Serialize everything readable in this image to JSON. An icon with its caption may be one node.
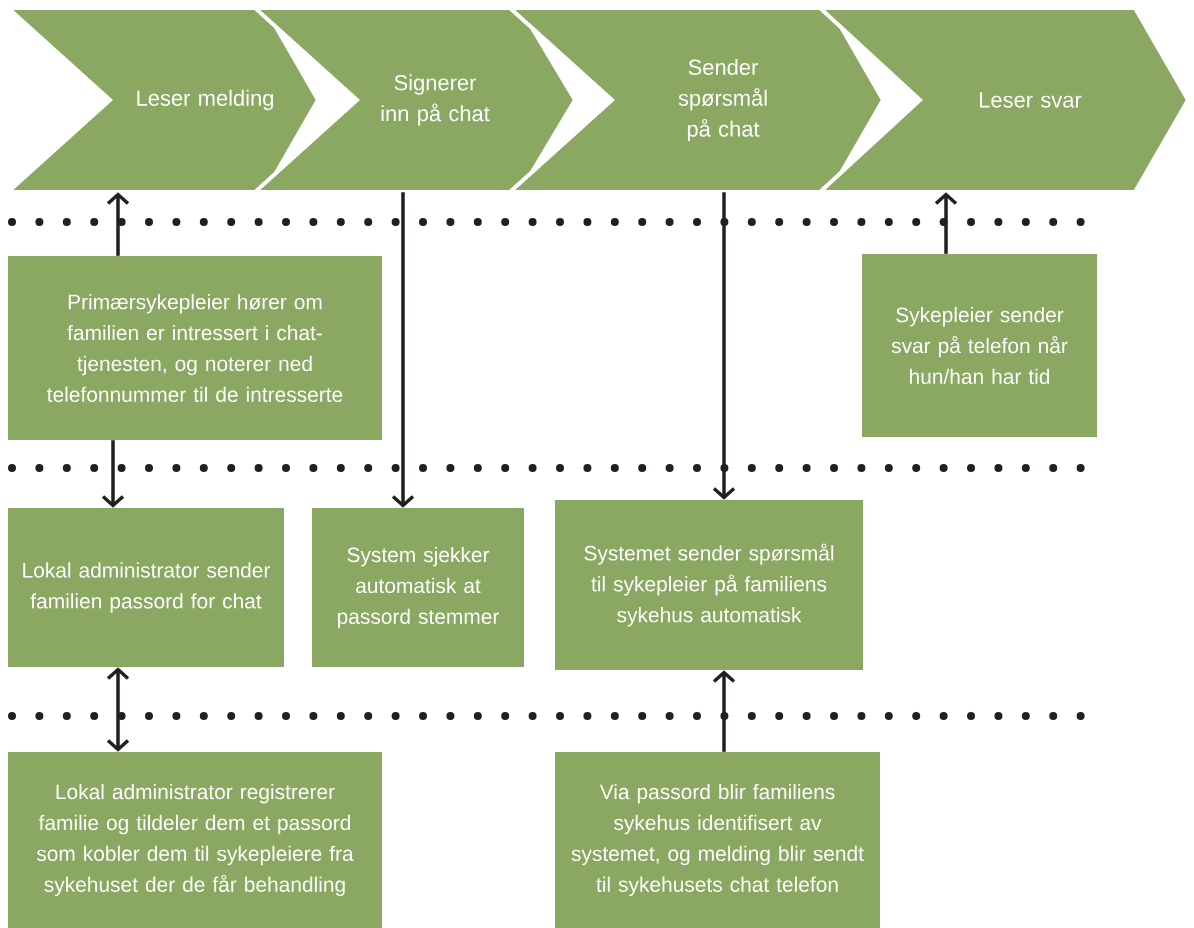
{
  "diagram": {
    "nodes": [
      {
        "text": [
          "Leser melding"
        ]
      },
      {
        "text": [
          "Signerer inn på chat"
        ]
      },
      {
        "text": [
          "Sender spørsmål på chat"
        ]
      },
      {
        "text": [
          "Leser svar"
        ]
      },
      {
        "text": [
          "Primærsykepleier hører om familien er intressert i chat-tjenesten, og noterer ned telefonnummer til de intresserte"
        ]
      },
      {
        "text": [
          "Sykepleier sender svar på telefon når hun/han har tid"
        ]
      },
      {
        "text": [
          "Lokal administrator sender familien passord for chat"
        ]
      },
      {
        "text": [
          "System sjekker automatisk at passord stemmer"
        ]
      },
      {
        "text": [
          "Systemet sender spørsmål til sykepleier på familiens sykehus automatisk"
        ]
      },
      {
        "text": [
          "Lokal administrator registrerer familie og tildeler dem et passord som kobler dem til sykepleiere fra sykehuset der de får behandling"
        ]
      },
      {
        "text": [
          "Via passord blir familiens sykehus identifisert av systemet, og melding blir sendt til sykehusets chat telefon"
        ]
      }
    ],
    "edges": [
      {
        "from": 4,
        "to": 0,
        "arrow": "to"
      },
      {
        "from": 1,
        "to": 7,
        "arrow": "to"
      },
      {
        "from": 2,
        "to": 8,
        "arrow": "to"
      },
      {
        "from": 5,
        "to": 3,
        "arrow": "to"
      },
      {
        "from": 4,
        "to": 6,
        "arrow": "to"
      },
      {
        "from": 6,
        "to": 9,
        "arrow": "both"
      },
      {
        "from": 10,
        "to": 8,
        "arrow": "to"
      }
    ]
  }
}
